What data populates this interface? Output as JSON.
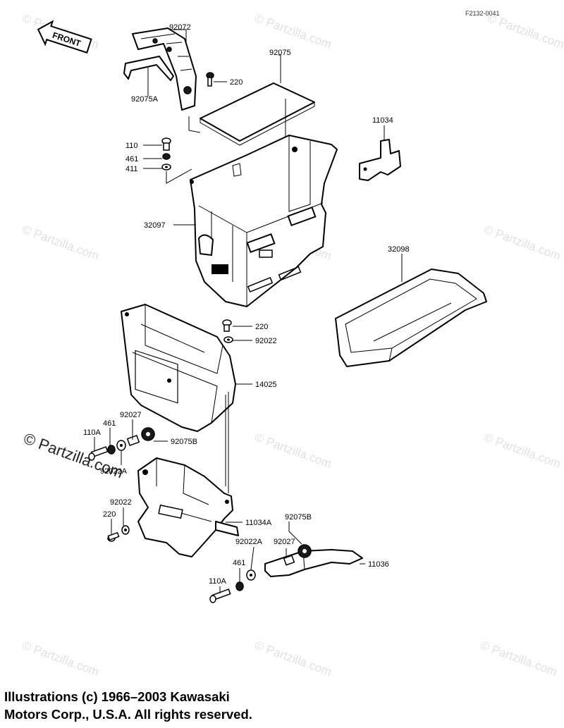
{
  "figure_code": "F2132-0041",
  "front_arrow_label": "FRONT",
  "watermark": {
    "text": "© Partzilla.com",
    "big_text": "© Partzilla.com"
  },
  "callouts": [
    {
      "id": "c92072",
      "text": "92072"
    },
    {
      "id": "c92075",
      "text": "92075"
    },
    {
      "id": "c220a",
      "text": "220"
    },
    {
      "id": "c92075A",
      "text": "92075A"
    },
    {
      "id": "c110",
      "text": "110"
    },
    {
      "id": "c461a",
      "text": "461"
    },
    {
      "id": "c411",
      "text": "411"
    },
    {
      "id": "c11034",
      "text": "11034"
    },
    {
      "id": "c32097",
      "text": "32097"
    },
    {
      "id": "c32098",
      "text": "32098"
    },
    {
      "id": "c220b",
      "text": "220"
    },
    {
      "id": "c92022a",
      "text": "92022"
    },
    {
      "id": "c14025",
      "text": "14025"
    },
    {
      "id": "c92027a",
      "text": "92027"
    },
    {
      "id": "c461b",
      "text": "461"
    },
    {
      "id": "c110Aa",
      "text": "110A"
    },
    {
      "id": "c92075Ba",
      "text": "92075B"
    },
    {
      "id": "c92022Aa",
      "text": "92022A"
    },
    {
      "id": "c92022b",
      "text": "92022"
    },
    {
      "id": "c220c",
      "text": "220"
    },
    {
      "id": "c11034A",
      "text": "11034A"
    },
    {
      "id": "c92075Bb",
      "text": "92075B"
    },
    {
      "id": "c92022Ab",
      "text": "92022A"
    },
    {
      "id": "c92027b",
      "text": "92027"
    },
    {
      "id": "c461c",
      "text": "461"
    },
    {
      "id": "c11036",
      "text": "11036"
    },
    {
      "id": "c110Ab",
      "text": "110A"
    }
  ],
  "copyright": {
    "line1": "Illustrations (c) 1966–2003 Kawasaki",
    "line2": "Motors Corp., U.S.A.  All rights reserved."
  }
}
